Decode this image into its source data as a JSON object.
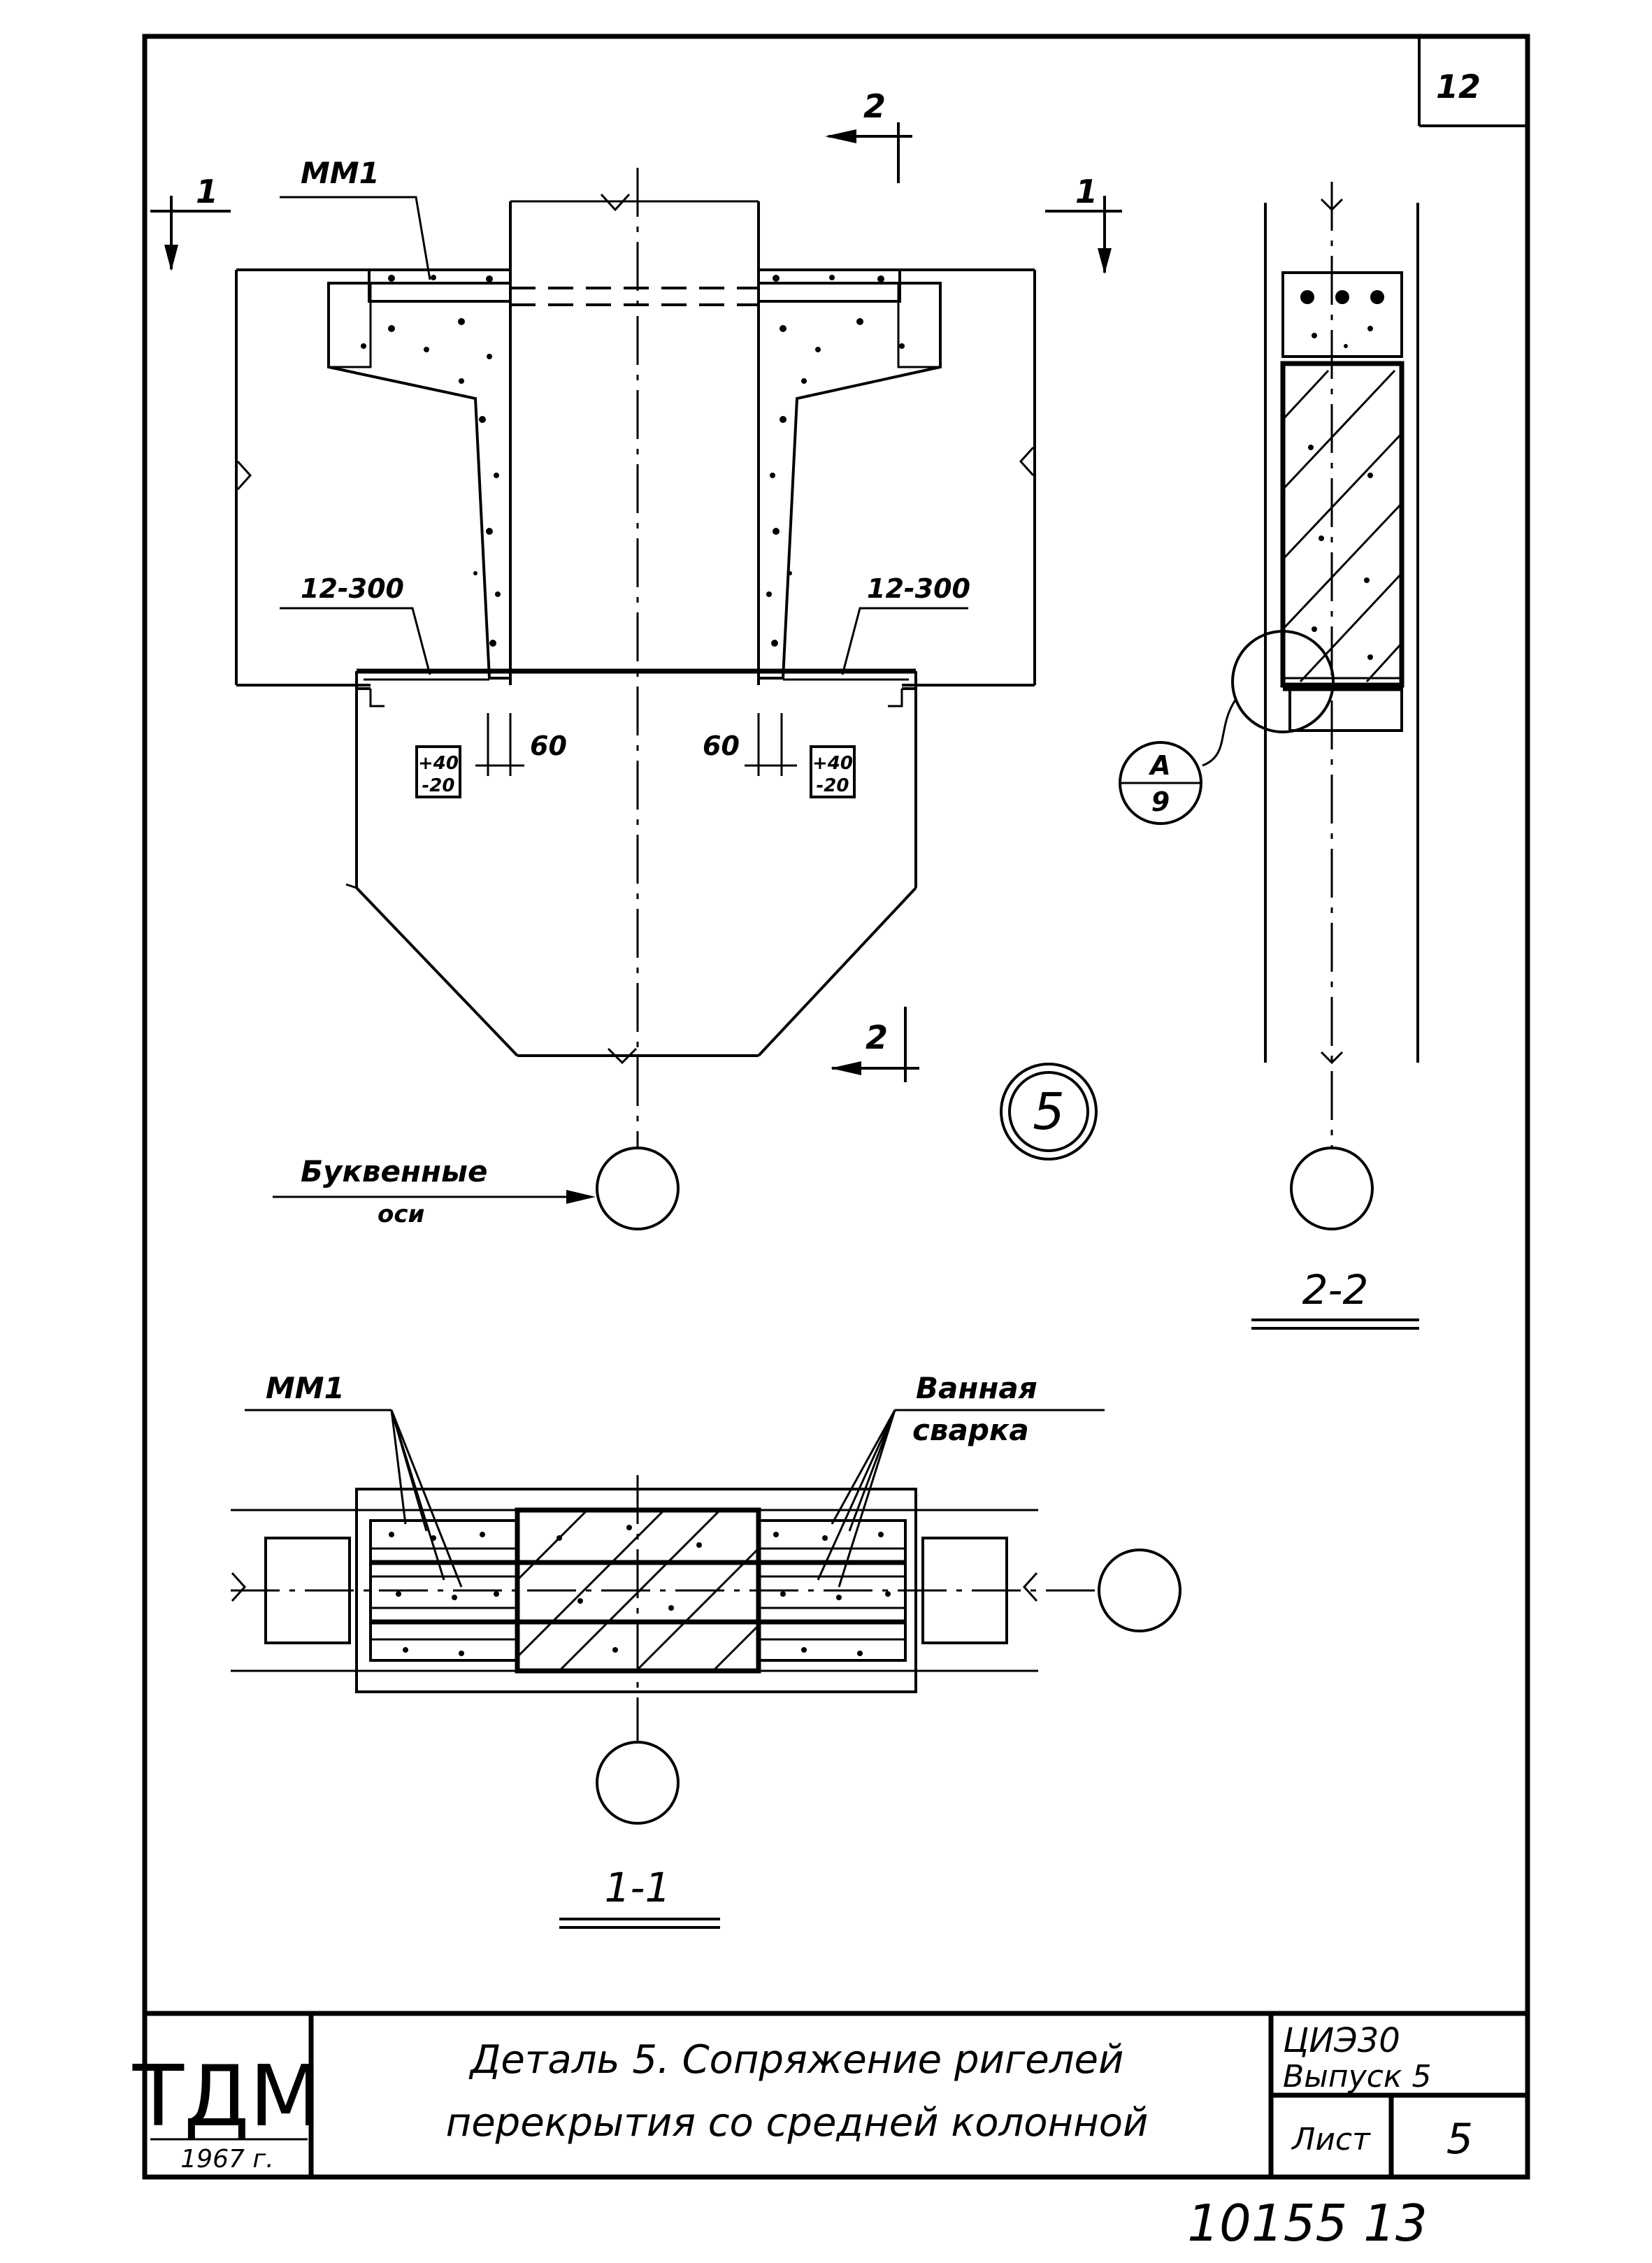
{
  "sheet": {
    "page_number": "12",
    "archive_number": "10155 13"
  },
  "labels": {
    "mm1_top": "ММ1",
    "mm1_section": "ММ1",
    "rebar_left": "12-300",
    "rebar_right": "12-300",
    "dim_left": "60",
    "dim_right": "60",
    "tol_left_top": "+40",
    "tol_left_bottom": "-20",
    "tol_right_top": "+40",
    "tol_right_bottom": "-20",
    "section_1_left": "1",
    "section_1_right": "1",
    "section_2_top": "2",
    "section_2_bottom": "2",
    "detail_number": "5",
    "axes_line1": "Буквенные",
    "axes_line2": "оси",
    "welding_line1": "Ванная",
    "welding_line2": "сварка",
    "callout_top": "А",
    "callout_bottom": "9",
    "section_title_2_2": "2-2",
    "section_title_1_1": "1-1"
  },
  "title_block": {
    "org_logo": "ТДМ",
    "year": "1967 г.",
    "title_line1": "Деталь 5.   Сопряжение   ригелей",
    "title_line2": "перекрытия   со средней   колонной",
    "series_code": "ЦИЭ30",
    "issue": "Выпуск 5",
    "sheet_label": "Лист",
    "sheet_number": "5"
  }
}
